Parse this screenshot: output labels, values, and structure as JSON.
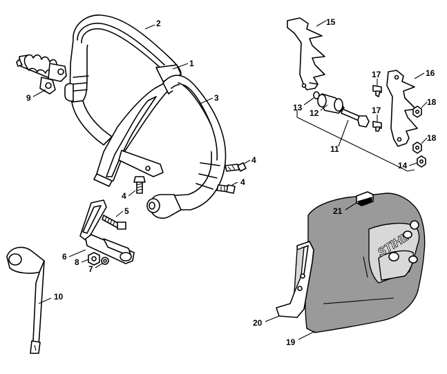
{
  "callouts": {
    "c1": "1",
    "c2": "2",
    "c3": "3",
    "c4a": "4",
    "c4b": "4",
    "c4c": "4",
    "c5": "5",
    "c6": "6",
    "c7": "7",
    "c8": "8",
    "c9": "9",
    "c10": "10",
    "c11": "11",
    "c12": "12",
    "c13": "13",
    "c14": "14",
    "c15": "15",
    "c16": "16",
    "c17a": "17",
    "c17b": "17",
    "c18a": "18",
    "c18b": "18",
    "c19": "19",
    "c20": "20",
    "c21": "21"
  },
  "cover_logo": "STIHL"
}
